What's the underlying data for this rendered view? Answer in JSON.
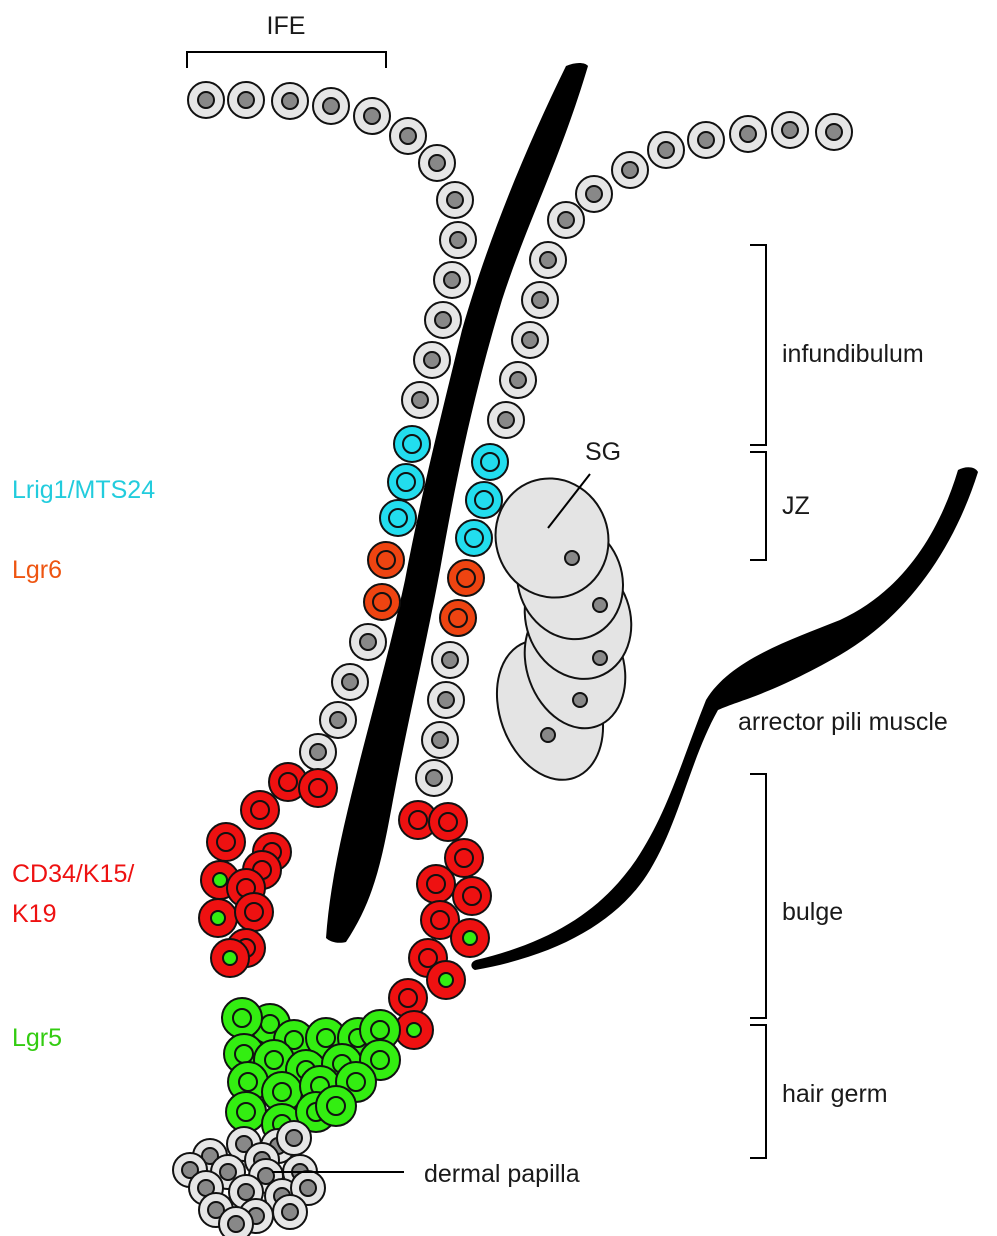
{
  "labels": {
    "ife": "IFE",
    "sg": "SG",
    "infundibulum": "infundibulum",
    "jz": "JZ",
    "arrector": "arrector pili muscle",
    "bulge": "bulge",
    "hair_germ": "hair germ",
    "dermal_papilla": "dermal papilla"
  },
  "markers": [
    {
      "text": "Lrig1/MTS24",
      "color": "#22ccdd"
    },
    {
      "text": "Lgr6",
      "color": "#ee5511"
    },
    {
      "text": "CD34/K15/",
      "color": "#ee1111"
    },
    {
      "text": "K19",
      "color": "#ee1111"
    },
    {
      "text": "Lgr5",
      "color": "#33cc11"
    }
  ],
  "colors": {
    "cell_gray": "#e6e6e6",
    "nucleus_gray": "#888888",
    "cyan": "#22ddee",
    "orange": "#ee4411",
    "red": "#ee1111",
    "green": "#33ee11",
    "outline": "#111111",
    "sebaceous": "#e4e4e4"
  }
}
